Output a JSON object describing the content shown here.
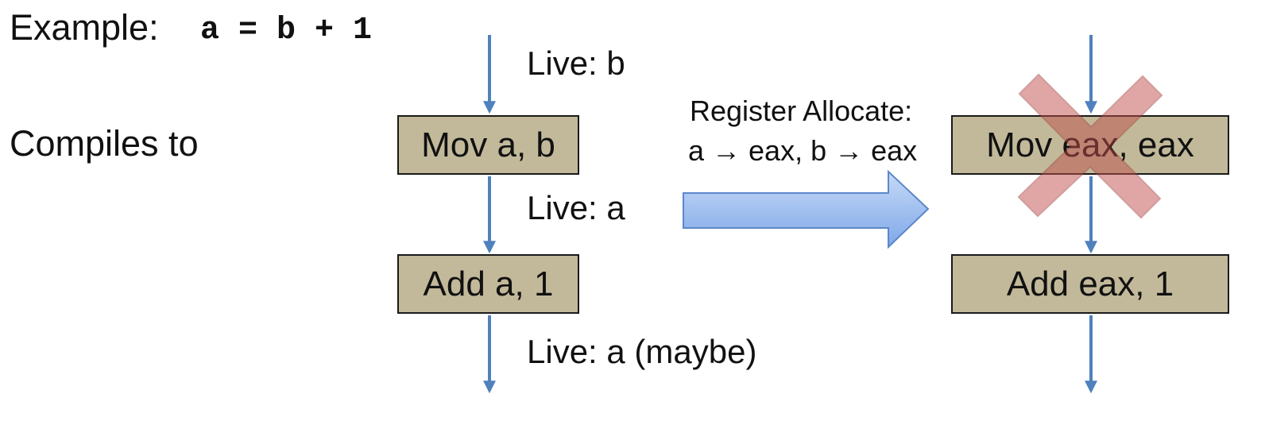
{
  "header": {
    "example_label": "Example:",
    "example_code": "a = b + 1",
    "compiles_label": "Compiles to"
  },
  "left_flow": {
    "live_before": "Live: b",
    "instr1": "Mov a, b",
    "live_mid": "Live: a",
    "instr2": "Add a, 1",
    "live_after": "Live: a (maybe)"
  },
  "transform": {
    "title": "Register Allocate:",
    "mapping": "a → eax, b → eax"
  },
  "right_flow": {
    "instr1": "Mov eax, eax",
    "instr2": "Add eax, 1",
    "instr1_struck": true
  },
  "colors": {
    "flow_arrow": "#4f81bd",
    "box_fill": "#c2b99a",
    "big_arrow_light": "#c6d9f7",
    "big_arrow_dark": "#7fa8e8",
    "cross": "#c0504d"
  }
}
